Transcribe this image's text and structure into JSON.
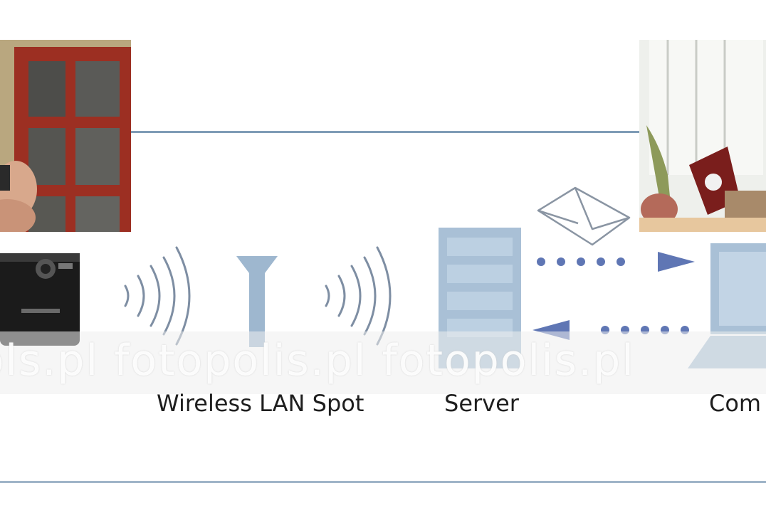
{
  "nodes": {
    "wireless_lan_spot": "Wireless LAN Spot",
    "server": "Server",
    "computer": "Com"
  },
  "watermark": "ools.pl   fotopolis.pl   fotopolis.pl",
  "colors": {
    "line": "#7f9cb6",
    "icon": "#9eb7cf",
    "arrow": "#5f76b4",
    "text": "#1e1e1e"
  },
  "icons": [
    "photo-camera-user",
    "camera",
    "wireless-signal",
    "wlan-antenna",
    "server",
    "envelope",
    "laptop",
    "photo-laptop-user"
  ]
}
